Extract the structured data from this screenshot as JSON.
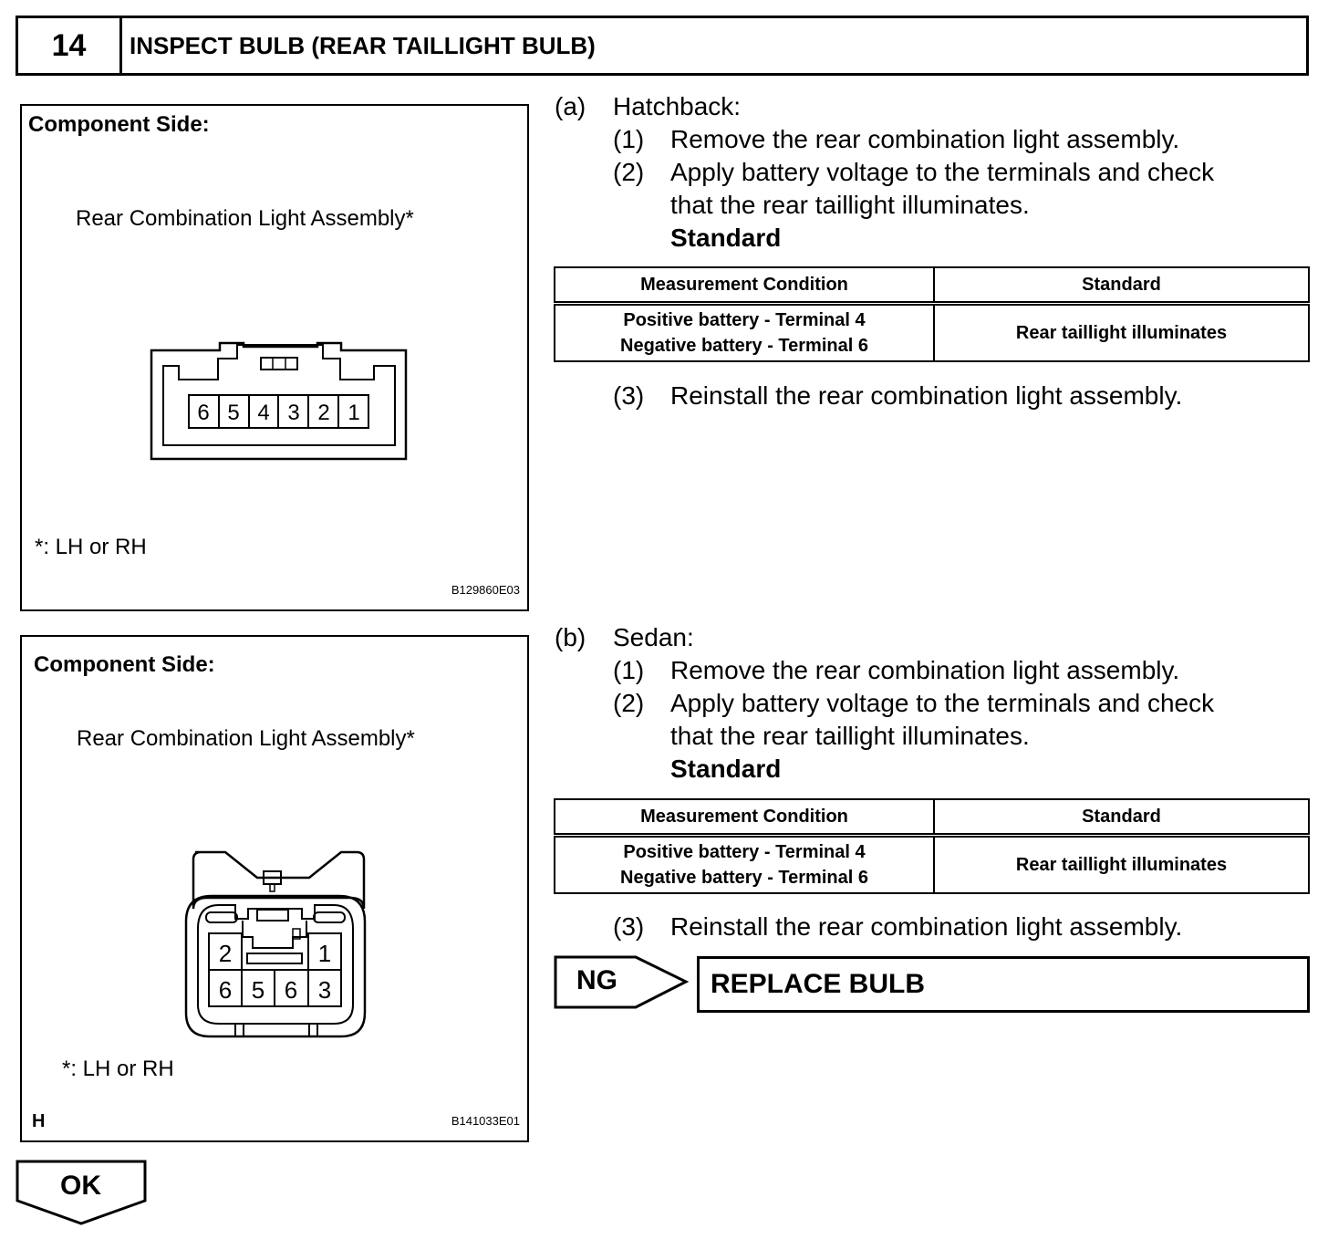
{
  "header": {
    "step_number": "14",
    "title": "INSPECT BULB (REAR TAILLIGHT BULB)"
  },
  "figure_a": {
    "heading": "Component Side:",
    "label": "Rear Combination Light Assembly*",
    "terminals": [
      "6",
      "5",
      "4",
      "3",
      "2",
      "1"
    ],
    "footnote": "*: LH or RH",
    "code": "B129860E03"
  },
  "figure_b": {
    "heading": "Component Side:",
    "label": "Rear Combination Light Assembly*",
    "terminals_top": [
      "2",
      "1"
    ],
    "terminals_bottom": [
      "6",
      "5",
      "6",
      "3"
    ],
    "footnote": "*: LH or RH",
    "corner_mark": "H",
    "code": "B141033E01"
  },
  "section_a": {
    "marker": "(a)",
    "heading": "Hatchback:",
    "steps": [
      {
        "num": "(1)",
        "lines": [
          "Remove the rear combination light assembly."
        ]
      },
      {
        "num": "(2)",
        "lines": [
          "Apply battery voltage to the terminals and check",
          "that the rear taillight illuminates."
        ]
      },
      {
        "num": "(3)",
        "lines": [
          "Reinstall the rear combination light assembly."
        ]
      }
    ],
    "standard_label": "Standard",
    "table": {
      "headers": [
        "Measurement Condition",
        "Standard"
      ],
      "row": {
        "condition_1": "Positive battery - Terminal 4",
        "condition_2": "Negative battery - Terminal 6",
        "standard": "Rear taillight illuminates"
      }
    }
  },
  "section_b": {
    "marker": "(b)",
    "heading": "Sedan:",
    "steps": [
      {
        "num": "(1)",
        "lines": [
          "Remove the rear combination light assembly."
        ]
      },
      {
        "num": "(2)",
        "lines": [
          "Apply battery voltage to the terminals and check",
          "that the rear taillight illuminates."
        ]
      },
      {
        "num": "(3)",
        "lines": [
          "Reinstall the rear combination light assembly."
        ]
      }
    ],
    "standard_label": "Standard",
    "table": {
      "headers": [
        "Measurement Condition",
        "Standard"
      ],
      "row": {
        "condition_1": "Positive battery - Terminal 4",
        "condition_2": "Negative battery - Terminal 6",
        "standard": "Rear taillight illuminates"
      }
    }
  },
  "ng": {
    "label": "NG",
    "action": "REPLACE BULB"
  },
  "ok": {
    "label": "OK"
  }
}
